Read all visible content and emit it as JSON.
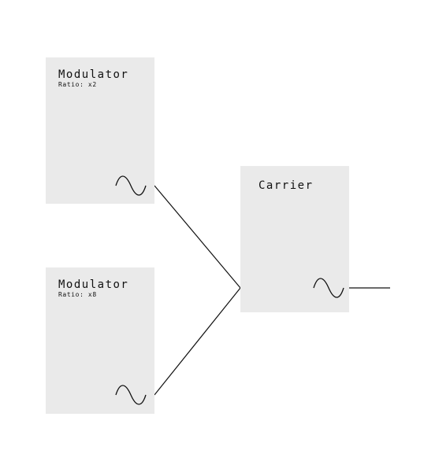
{
  "nodes": {
    "modulator_top": {
      "title": "Modulator",
      "ratio": "Ratio: x2"
    },
    "modulator_bottom": {
      "title": "Modulator",
      "ratio": "Ratio: x8"
    },
    "carrier": {
      "title": "Carrier"
    }
  },
  "icons": {
    "oscillator": "sine-wave-icon"
  },
  "colors": {
    "node_fill": "#eaeaea",
    "line": "#111111",
    "background": "#ffffff"
  }
}
